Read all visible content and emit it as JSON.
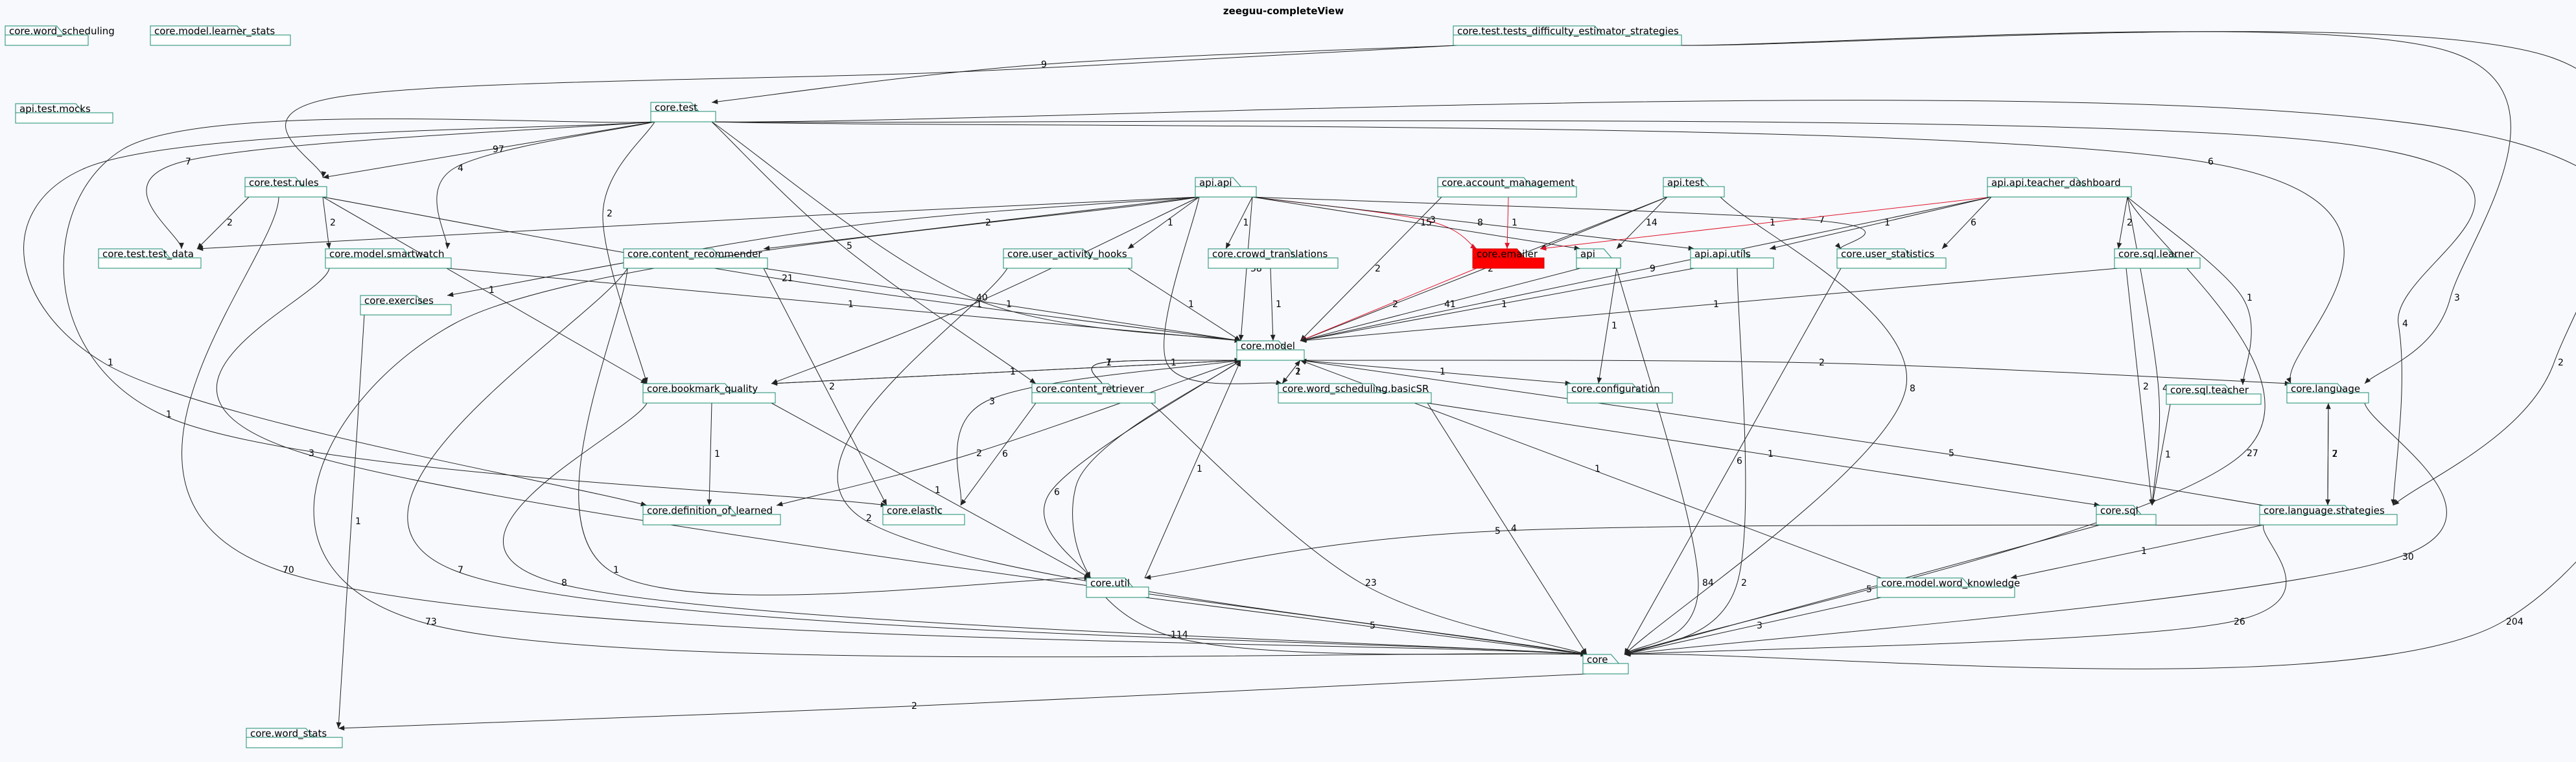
{
  "diagram": {
    "title": "zeeguu-completeView",
    "highlight_color": "#ff0000",
    "edge_color": "#222222",
    "highlight_edge_color": "#e0142a",
    "packages": [
      {
        "id": "core.word_scheduling",
        "label": "core.word_scheduling"
      },
      {
        "id": "core.model.learner_stats",
        "label": "core.model.learner_stats"
      },
      {
        "id": "api.test.mocks",
        "label": "api.test.mocks"
      },
      {
        "id": "core.test.tests_difficulty_estimator_strategies",
        "label": "core.test.tests_difficulty_estimator_strategies"
      },
      {
        "id": "core.test",
        "label": "core.test"
      },
      {
        "id": "core.test.rules",
        "label": "core.test.rules"
      },
      {
        "id": "core.test.test_data",
        "label": "core.test.test_data"
      },
      {
        "id": "core.model.smartwatch",
        "label": "core.model.smartwatch"
      },
      {
        "id": "core.exercises",
        "label": "core.exercises"
      },
      {
        "id": "core.content_recommender",
        "label": "core.content_recommender"
      },
      {
        "id": "api.api",
        "label": "api.api"
      },
      {
        "id": "core.user_activity_hooks",
        "label": "core.user_activity_hooks"
      },
      {
        "id": "core.crowd_translations",
        "label": "core.crowd_translations"
      },
      {
        "id": "core.account_management",
        "label": "core.account_management"
      },
      {
        "id": "core.emailer",
        "label": "core.emailer",
        "highlight": true
      },
      {
        "id": "api.test",
        "label": "api.test"
      },
      {
        "id": "api",
        "label": "api"
      },
      {
        "id": "api.api.utils",
        "label": "api.api.utils"
      },
      {
        "id": "api.api.teacher_dashboard",
        "label": "api.api.teacher_dashboard"
      },
      {
        "id": "core.user_statistics",
        "label": "core.user_statistics"
      },
      {
        "id": "core.sql.learner",
        "label": "core.sql.learner"
      },
      {
        "id": "core.model",
        "label": "core.model"
      },
      {
        "id": "core.bookmark_quality",
        "label": "core.bookmark_quality"
      },
      {
        "id": "core.content_retriever",
        "label": "core.content_retriever"
      },
      {
        "id": "core.word_scheduling.basicSR",
        "label": "core.word_scheduling.basicSR"
      },
      {
        "id": "core.configuration",
        "label": "core.configuration"
      },
      {
        "id": "core.sql.teacher",
        "label": "core.sql.teacher"
      },
      {
        "id": "core.language",
        "label": "core.language"
      },
      {
        "id": "core.definition_of_learned",
        "label": "core.definition_of_learned"
      },
      {
        "id": "core.elastic",
        "label": "core.elastic"
      },
      {
        "id": "core.sql",
        "label": "core.sql"
      },
      {
        "id": "core.language.strategies",
        "label": "core.language.strategies"
      },
      {
        "id": "core.util",
        "label": "core.util"
      },
      {
        "id": "core.model.word_knowledge",
        "label": "core.model.word_knowledge"
      },
      {
        "id": "core",
        "label": "core"
      },
      {
        "id": "core.word_stats",
        "label": "core.word_stats"
      }
    ],
    "edges": [
      {
        "from": "core.test.tests_difficulty_estimator_strategies",
        "to": "core.test",
        "label": "9"
      },
      {
        "from": "core.test.tests_difficulty_estimator_strategies",
        "to": "core.test.rules",
        "label": ""
      },
      {
        "from": "core.test.tests_difficulty_estimator_strategies",
        "to": "core.language",
        "label": "3"
      },
      {
        "from": "core.test.tests_difficulty_estimator_strategies",
        "to": "core.language.strategies",
        "label": "2"
      },
      {
        "from": "core.test",
        "to": "core.test.rules",
        "label": "97"
      },
      {
        "from": "core.test",
        "to": "core.test.test_data",
        "label": "7"
      },
      {
        "from": "core.test",
        "to": "core.model.smartwatch",
        "label": "4"
      },
      {
        "from": "core.test",
        "to": "core.model",
        "label": "40"
      },
      {
        "from": "core.test",
        "to": "core.bookmark_quality",
        "label": "2"
      },
      {
        "from": "core.test",
        "to": "core.content_retriever",
        "label": "5"
      },
      {
        "from": "core.test",
        "to": "core.definition_of_learned",
        "label": "1"
      },
      {
        "from": "core.test",
        "to": "core.elastic",
        "label": "1"
      },
      {
        "from": "core.test",
        "to": "core.language",
        "label": "6"
      },
      {
        "from": "core.test",
        "to": "core.language.strategies",
        "label": "4"
      },
      {
        "from": "core.test",
        "to": "core",
        "label": "204"
      },
      {
        "from": "core.test.rules",
        "to": "core.test.test_data",
        "label": "2"
      },
      {
        "from": "core.test.rules",
        "to": "core.model.smartwatch",
        "label": "2"
      },
      {
        "from": "core.test.rules",
        "to": "core.model",
        "label": "21"
      },
      {
        "from": "core.test.rules",
        "to": "core.bookmark_quality",
        "label": "1"
      },
      {
        "from": "core.test.rules",
        "to": "core",
        "label": "70"
      },
      {
        "from": "core.model.smartwatch",
        "to": "core.model",
        "label": "1"
      },
      {
        "from": "core.model.smartwatch",
        "to": "core",
        "label": "3"
      },
      {
        "from": "core.exercises",
        "to": "core.word_stats",
        "label": "1"
      },
      {
        "from": "core.content_recommender",
        "to": "core.model",
        "label": "1"
      },
      {
        "from": "core.content_recommender",
        "to": "core.elastic",
        "label": "2"
      },
      {
        "from": "core.content_recommender",
        "to": "core.util",
        "label": "1"
      },
      {
        "from": "core.content_recommender",
        "to": "core",
        "label": "7"
      },
      {
        "from": "api.api",
        "to": "core.test.test_data",
        "label": ""
      },
      {
        "from": "api.api",
        "to": "core.exercises",
        "label": ""
      },
      {
        "from": "api.api",
        "to": "core.content_recommender",
        "label": "2"
      },
      {
        "from": "api.api",
        "to": "core.user_activity_hooks",
        "label": "1"
      },
      {
        "from": "api.api",
        "to": "core.crowd_translations",
        "label": "1"
      },
      {
        "from": "api.api",
        "to": "core.emailer",
        "label": "3",
        "red": true
      },
      {
        "from": "api.api",
        "to": "api",
        "label": "15"
      },
      {
        "from": "api.api",
        "to": "api.api.utils",
        "label": "8"
      },
      {
        "from": "api.api",
        "to": "core.user_statistics",
        "label": "7"
      },
      {
        "from": "api.api",
        "to": "core.model",
        "label": "38"
      },
      {
        "from": "api.api",
        "to": "core.bookmark_quality",
        "label": "1"
      },
      {
        "from": "api.api",
        "to": "core.word_scheduling.basicSR",
        "label": "1"
      },
      {
        "from": "api.api",
        "to": "core",
        "label": "73"
      },
      {
        "from": "core.user_activity_hooks",
        "to": "core.model",
        "label": "1"
      },
      {
        "from": "core.user_activity_hooks",
        "to": "core",
        "label": "2"
      },
      {
        "from": "core.crowd_translations",
        "to": "core.model",
        "label": "1"
      },
      {
        "from": "core.account_management",
        "to": "core.emailer",
        "label": "1",
        "red": true
      },
      {
        "from": "core.account_management",
        "to": "core.model",
        "label": "2"
      },
      {
        "from": "api.test",
        "to": "api",
        "label": "14"
      },
      {
        "from": "api.test",
        "to": "core.model",
        "label": "2"
      },
      {
        "from": "api.test",
        "to": "core.emailer",
        "label": ""
      },
      {
        "from": "api.test",
        "to": "core",
        "label": "8"
      },
      {
        "from": "core.emailer",
        "to": "core.model",
        "label": "2",
        "red": true
      },
      {
        "from": "api",
        "to": "core.model",
        "label": "41"
      },
      {
        "from": "api",
        "to": "core.configuration",
        "label": "1"
      },
      {
        "from": "api",
        "to": "core",
        "label": "84"
      },
      {
        "from": "api.api.utils",
        "to": "core.model",
        "label": "1"
      },
      {
        "from": "api.api.utils",
        "to": "core",
        "label": "2"
      },
      {
        "from": "api.api.teacher_dashboard",
        "to": "core.emailer",
        "label": "1",
        "red": true
      },
      {
        "from": "api.api.teacher_dashboard",
        "to": "api.api.utils",
        "label": "1"
      },
      {
        "from": "api.api.teacher_dashboard",
        "to": "core.user_statistics",
        "label": "6"
      },
      {
        "from": "api.api.teacher_dashboard",
        "to": "core.sql.learner",
        "label": "2"
      },
      {
        "from": "api.api.teacher_dashboard",
        "to": "core.sql.teacher",
        "label": "1"
      },
      {
        "from": "api.api.teacher_dashboard",
        "to": "core.model",
        "label": "9"
      },
      {
        "from": "api.api.teacher_dashboard",
        "to": "core.sql",
        "label": "4"
      },
      {
        "from": "api.api.teacher_dashboard",
        "to": "core",
        "label": "27"
      },
      {
        "from": "core.user_statistics",
        "to": "core",
        "label": "6"
      },
      {
        "from": "core.sql.learner",
        "to": "core.model",
        "label": "1"
      },
      {
        "from": "core.sql.learner",
        "to": "core.sql",
        "label": "2"
      },
      {
        "from": "core.sql.teacher",
        "to": "core.sql",
        "label": "1"
      },
      {
        "from": "core.model",
        "to": "core.bookmark_quality",
        "label": "1"
      },
      {
        "from": "core.model",
        "to": "core.word_scheduling.basicSR",
        "label": "1"
      },
      {
        "from": "core.model",
        "to": "core.configuration",
        "label": "1"
      },
      {
        "from": "core.model",
        "to": "core.language",
        "label": "2"
      },
      {
        "from": "core.model",
        "to": "core.definition_of_learned",
        "label": "2"
      },
      {
        "from": "core.model",
        "to": "core.util",
        "label": "6"
      },
      {
        "from": "core.model",
        "to": "core",
        "label": "114"
      },
      {
        "from": "core.bookmark_quality",
        "to": "core.model",
        "label": "1"
      },
      {
        "from": "core.bookmark_quality",
        "to": "core.definition_of_learned",
        "label": "1"
      },
      {
        "from": "core.bookmark_quality",
        "to": "core.util",
        "label": "1"
      },
      {
        "from": "core.bookmark_quality",
        "to": "core",
        "label": "8"
      },
      {
        "from": "core.content_retriever",
        "to": "core.model",
        "label": "1"
      },
      {
        "from": "core.content_retriever",
        "to": "core.elastic",
        "label": "6"
      },
      {
        "from": "core.content_retriever",
        "to": "core",
        "label": "23"
      },
      {
        "from": "core.word_scheduling.basicSR",
        "to": "core.model",
        "label": "2"
      },
      {
        "from": "core.word_scheduling.basicSR",
        "to": "core.sql",
        "label": "1"
      },
      {
        "from": "core.word_scheduling.basicSR",
        "to": "core",
        "label": "4"
      },
      {
        "from": "core.elastic",
        "to": "core.model",
        "label": "3"
      },
      {
        "from": "core.util",
        "to": "core.model",
        "label": "1"
      },
      {
        "from": "core.util",
        "to": "core",
        "label": "5"
      },
      {
        "from": "core.content_retriever",
        "to": "core.model",
        "label": "7"
      },
      {
        "from": "core.language",
        "to": "core.language.strategies",
        "label": "2"
      },
      {
        "from": "core.language",
        "to": "core",
        "label": "30"
      },
      {
        "from": "core.language.strategies",
        "to": "core.language",
        "label": "7"
      },
      {
        "from": "core.language.strategies",
        "to": "core.model",
        "label": "5"
      },
      {
        "from": "core.language.strategies",
        "to": "core.util",
        "label": "5"
      },
      {
        "from": "core.language.strategies",
        "to": "core.model.word_knowledge",
        "label": "1"
      },
      {
        "from": "core.language.strategies",
        "to": "core",
        "label": "26"
      },
      {
        "from": "core.sql",
        "to": "core",
        "label": "5"
      },
      {
        "from": "core.model.word_knowledge",
        "to": "core.model",
        "label": "1"
      },
      {
        "from": "core.model.word_knowledge",
        "to": "core",
        "label": "3"
      },
      {
        "from": "core",
        "to": "core.word_stats",
        "label": "2"
      }
    ]
  }
}
